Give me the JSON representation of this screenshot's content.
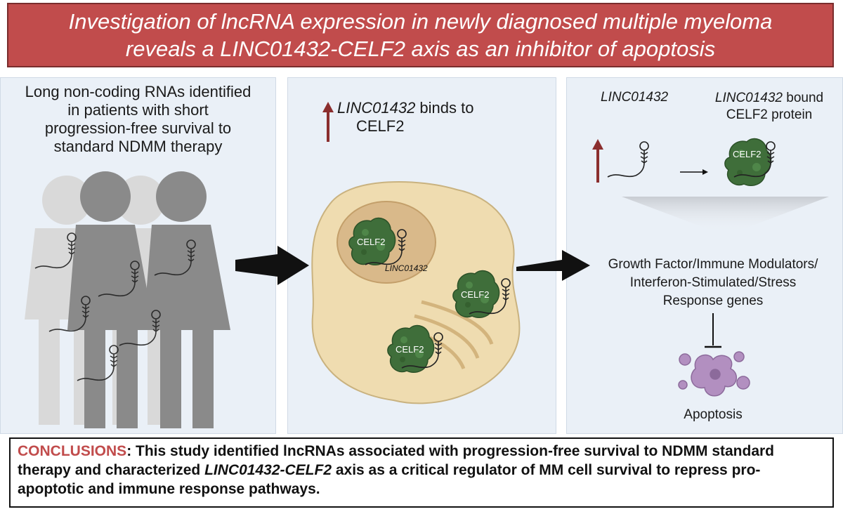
{
  "title": {
    "line1": "Investigation of lncRNA expression in newly diagnosed multiple myeloma",
    "line2": "reveals a LINC01432-CELF2 axis as an inhibitor of apoptosis"
  },
  "left_panel": {
    "lines": [
      "Long non-coding RNAs identified",
      "in patients with short",
      "progression-free survival to",
      "standard NDMM therapy"
    ]
  },
  "middle_panel": {
    "heading_italic": "LINC01432",
    "heading_rest": " binds to",
    "heading_line2": "CELF2",
    "protein_label": "CELF2",
    "rna_label": "LINC01432"
  },
  "right_panel": {
    "label_left": "LINC01432",
    "label_right_italic": "LINC01432",
    "label_right_rest": " bound",
    "label_right_line2": "CELF2 protein",
    "protein_label": "CELF2",
    "genes_lines": [
      "Growth Factor/Immune Modulators/",
      "Interferon-Stimulated/Stress",
      "Response genes"
    ],
    "outcome": "Apoptosis"
  },
  "conclusions": {
    "lead": "CONCLUSIONS",
    "part1": ": This study identified lncRNAs associated with progression-free survival to NDMM standard therapy and characterized ",
    "italic": "LINC01432-CELF2",
    "part2": " axis  as a critical regulator of MM cell survival to repress pro-apoptotic and immune response pathways."
  },
  "colors": {
    "title_bg": "#c14c4c",
    "panel_bg": "#eaf0f7",
    "up_arrow": "#8b2e2e",
    "protein": "#3f6e3a",
    "cell": "#efdcb0",
    "nucleus": "#d9b98a",
    "apoptosis": "#b28fc0"
  },
  "icons": [
    "people-group-icon",
    "up-arrow-icon",
    "rna-hairpin-icon",
    "celf2-protein-icon",
    "cell-icon",
    "inhibition-icon",
    "apoptotic-cell-icon"
  ]
}
